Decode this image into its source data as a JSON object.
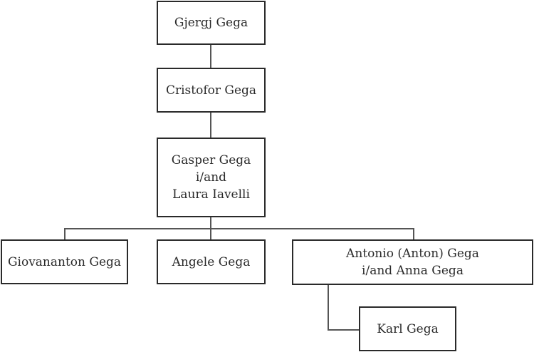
{
  "nodes": {
    "gjergj": "Gjergj Gega",
    "cristofor": "Cristofor Gega",
    "gasper": [
      "Gasper Gega",
      "i/and",
      "Laura Iavelli"
    ],
    "giovananton": "Giovananton Gega",
    "angele": "Angele Gega",
    "antonio": [
      "Antonio (Anton) Gega",
      "i/and Anna Gega"
    ],
    "karl": "Karl Gega"
  }
}
